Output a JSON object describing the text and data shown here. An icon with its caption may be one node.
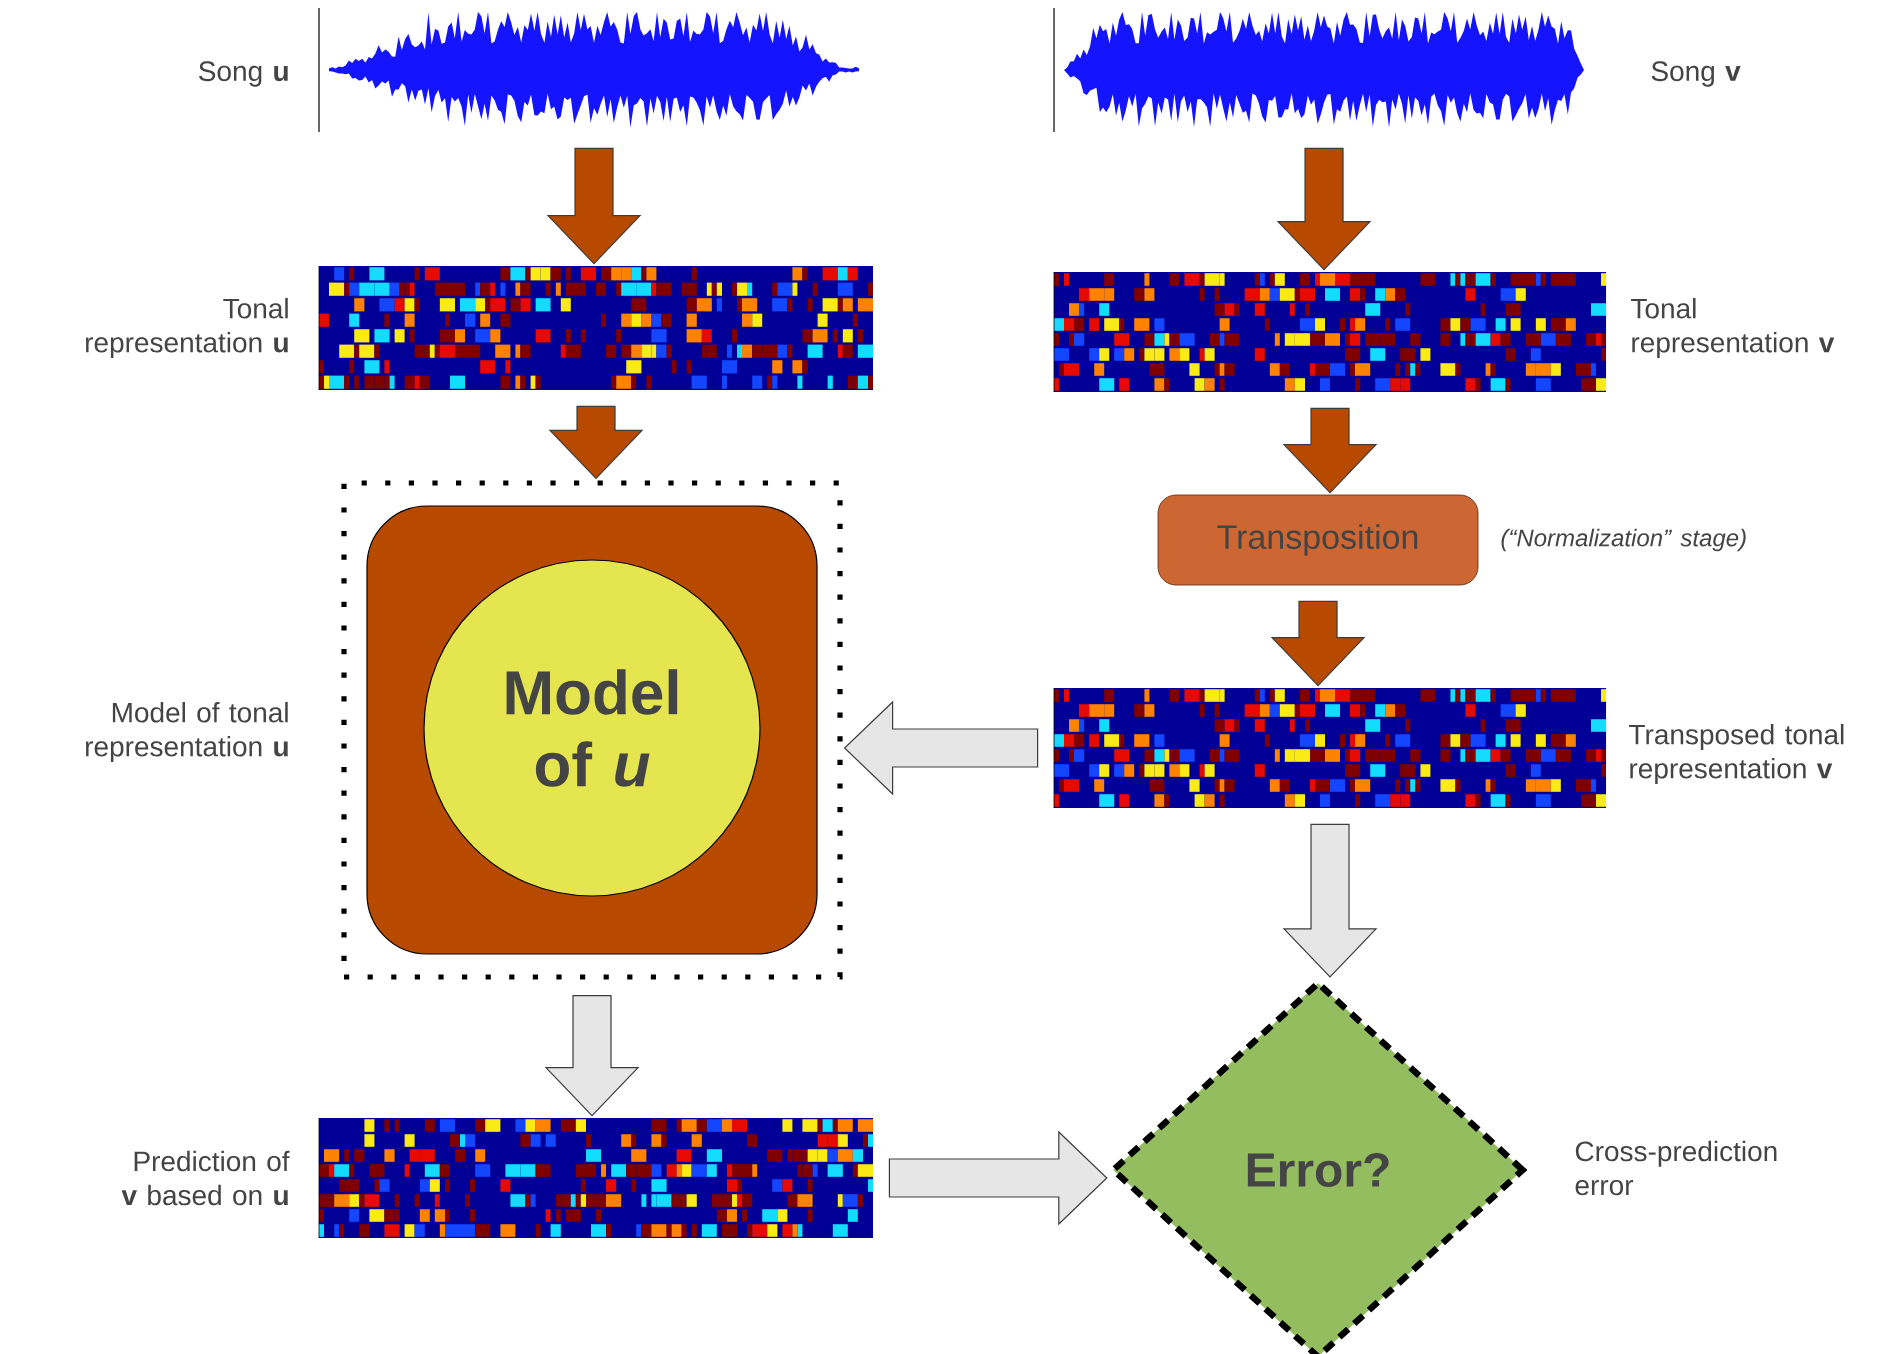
{
  "diagram": {
    "nodes": [
      {
        "text": [],
        "shape": "picture",
        "beside": [
          "Song **u**"
        ]
      },
      {
        "text": [],
        "shape": "picture",
        "beside": [
          "Song **v**"
        ]
      },
      {
        "text": [],
        "shape": "picture",
        "beside": [
          "Tonal representation **u**"
        ]
      },
      {
        "text": [],
        "shape": "picture",
        "beside": [
          "Tonal representation **v**"
        ]
      },
      {
        "text": [
          "Transposition"
        ],
        "beside": [
          "(“Normalization” stage)"
        ]
      },
      {
        "text": [],
        "shape": "box",
        "beside": [
          "Model of tonal representation **u**"
        ]
      },
      {
        "text": [],
        "shape": "box",
        "in": 5
      },
      {
        "text": [
          "Model of *u*"
        ],
        "in": 6
      },
      {
        "text": [],
        "shape": "picture",
        "beside": [
          "Transposed tonal representation **v**"
        ]
      },
      {
        "text": [],
        "shape": "picture",
        "beside": [
          "Prediction of **v** based on **u**"
        ]
      },
      {
        "text": [
          "Error?"
        ],
        "beside": [
          "Cross-prediction error"
        ]
      }
    ],
    "edges": [
      {
        "from": 0,
        "to": 2,
        "arrow": "to"
      },
      {
        "from": 2,
        "to": 5,
        "arrow": "to"
      },
      {
        "from": 1,
        "to": 3,
        "arrow": "to"
      },
      {
        "from": 3,
        "to": 4,
        "arrow": "to"
      },
      {
        "from": 4,
        "to": 8,
        "arrow": "to"
      },
      {
        "from": 8,
        "to": 5,
        "arrow": "to",
        "color": "#e6e6e6"
      },
      {
        "from": 5,
        "to": 9,
        "arrow": "to",
        "color": "#e6e6e6"
      },
      {
        "from": 8,
        "to": 10,
        "arrow": "to",
        "color": "#e6e6e6"
      },
      {
        "from": 9,
        "to": 10,
        "arrow": "to",
        "color": "#e6e6e6"
      }
    ]
  }
}
